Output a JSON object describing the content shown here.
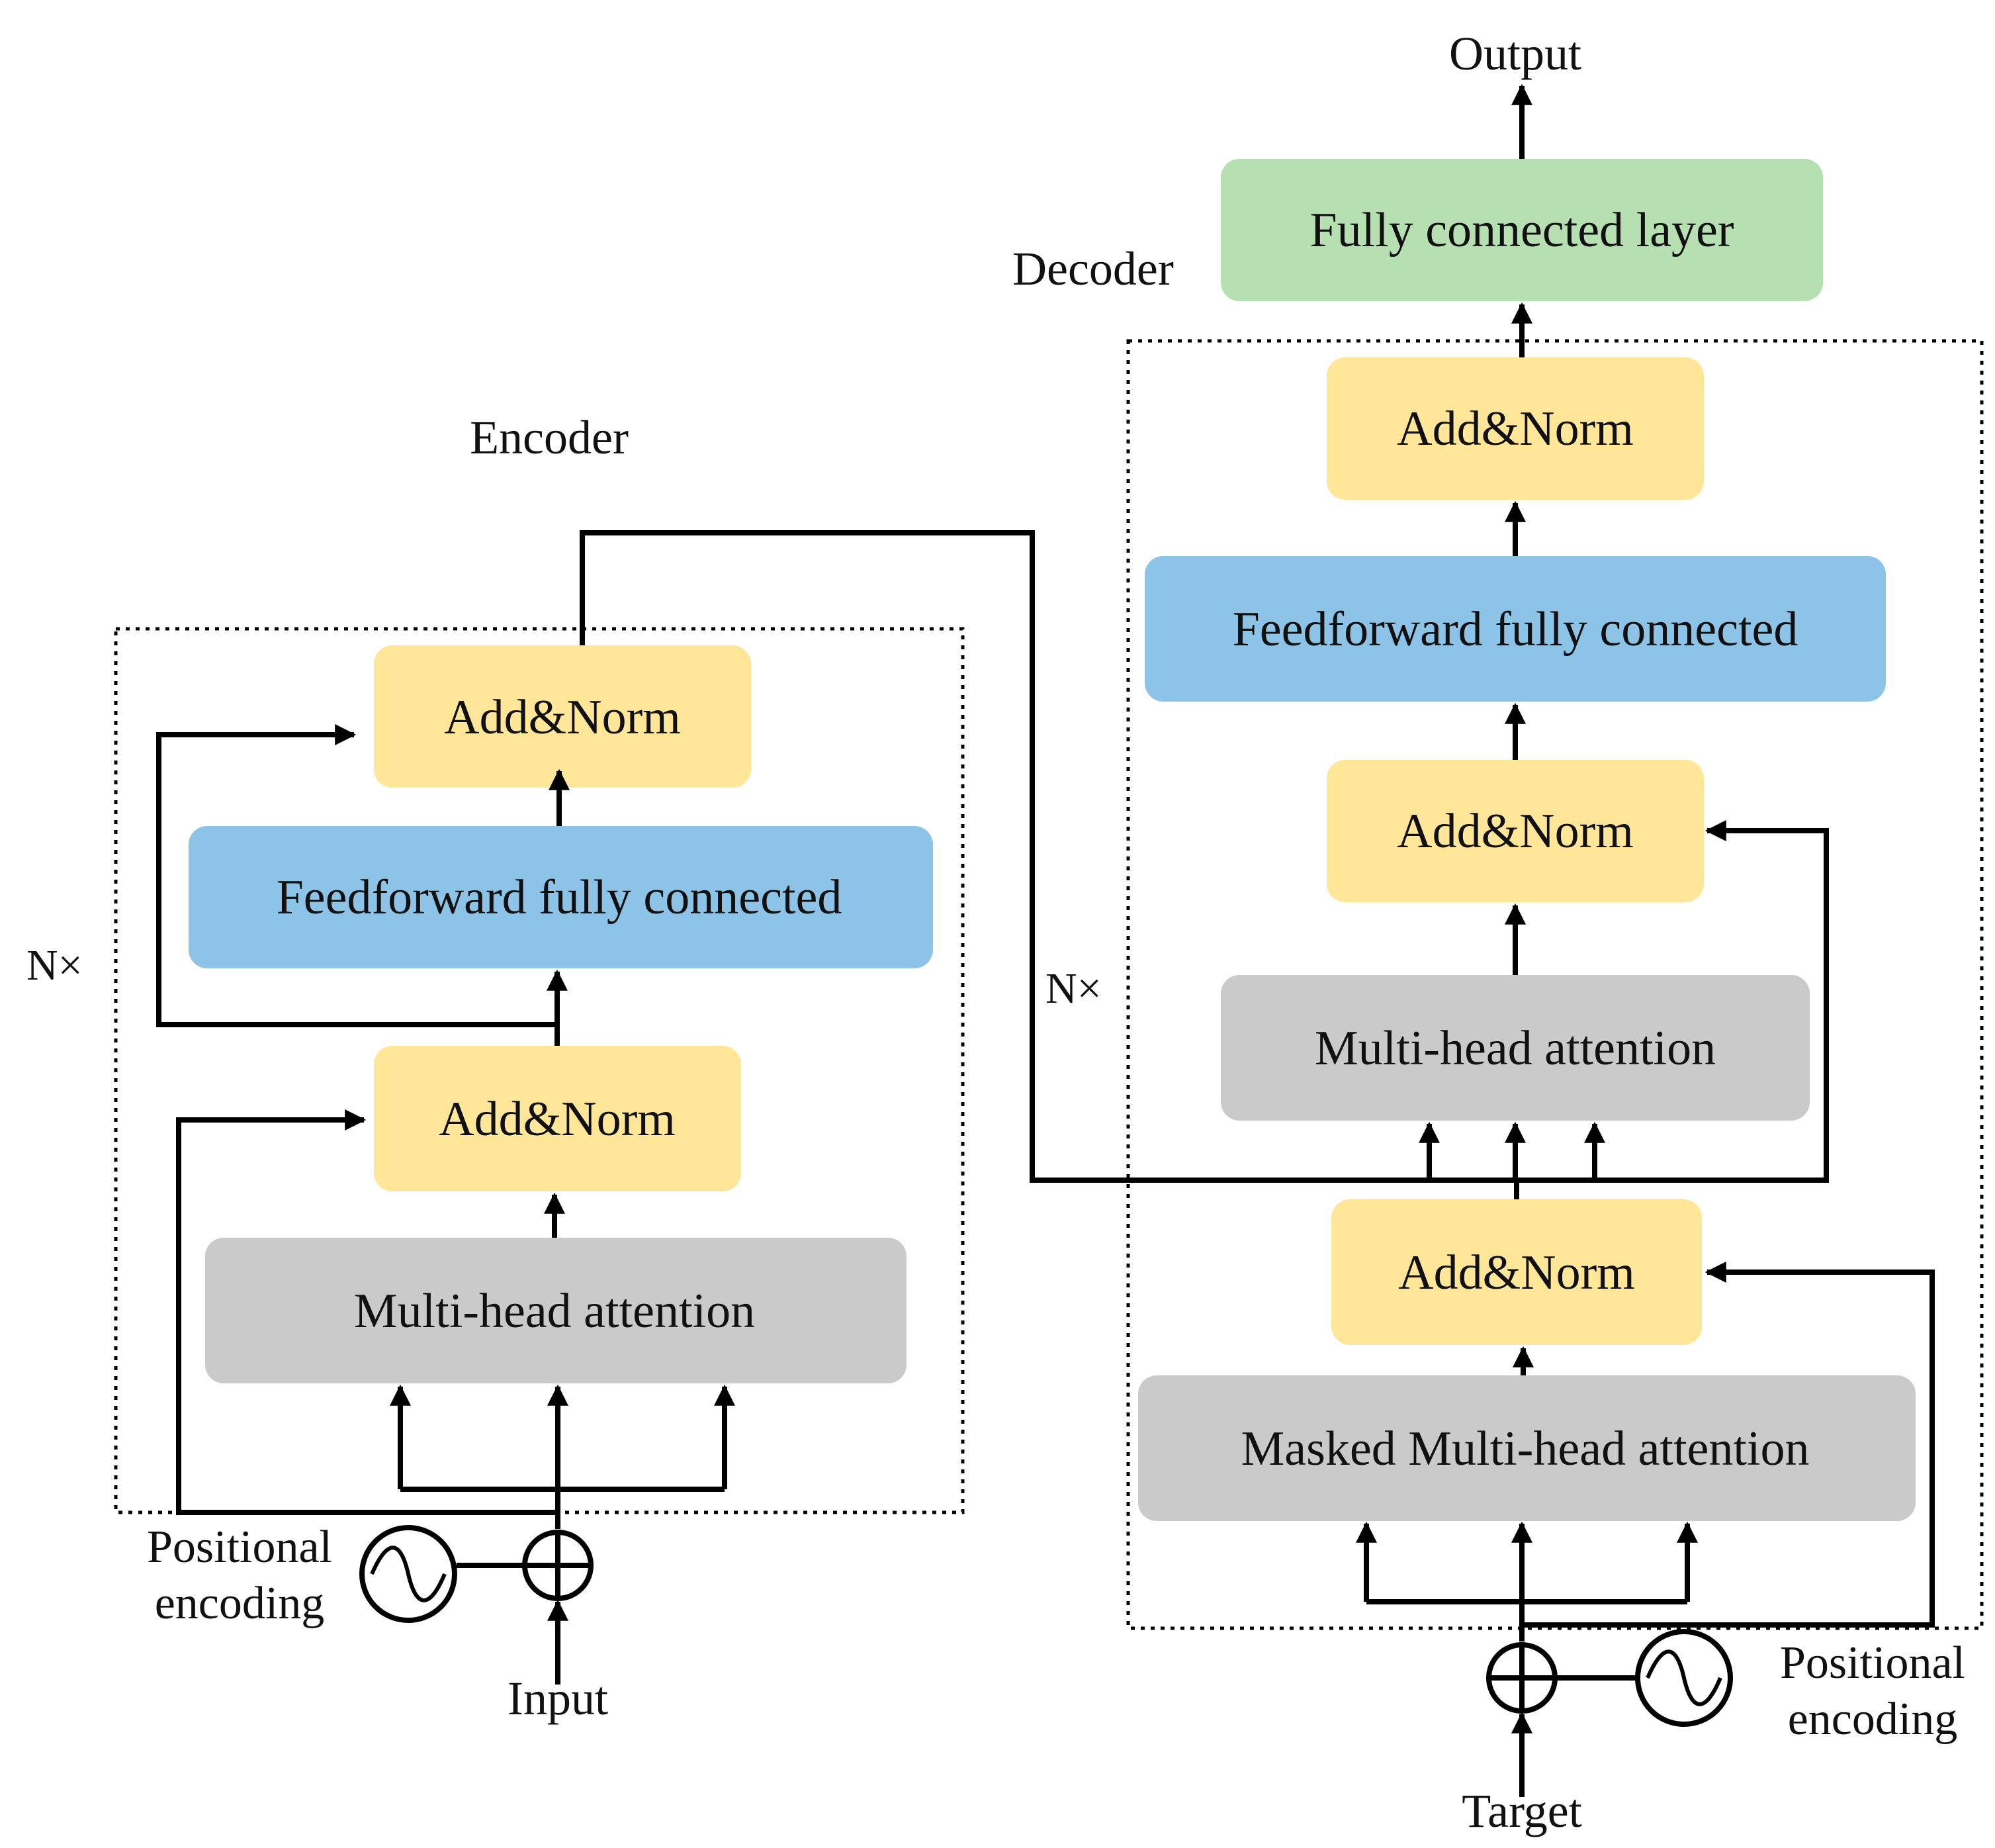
{
  "encoder": {
    "title": "Encoder",
    "repeat": "N×",
    "add_norm_top": "Add&Norm",
    "feedforward": "Feedforward fully connected",
    "add_norm_bottom": "Add&Norm",
    "attention": "Multi-head attention",
    "positional_encoding": [
      "Positional",
      "encoding"
    ],
    "input": "Input"
  },
  "decoder": {
    "title": "Decoder",
    "repeat": "N×",
    "output": "Output",
    "fully_connected": "Fully connected layer",
    "add_norm_top": "Add&Norm",
    "feedforward": "Feedforward fully connected",
    "add_norm_middle": "Add&Norm",
    "attention": "Multi-head attention",
    "add_norm_bottom": "Add&Norm",
    "masked_attention": "Masked Multi-head attention",
    "positional_encoding": [
      "Positional",
      "encoding"
    ],
    "target": "Target"
  },
  "colors": {
    "add_norm": "#FFE699",
    "feedforward": "#8DC3E6",
    "attention": "#CACACA",
    "fully_connected": "#B7E0B2",
    "line": "#000000"
  }
}
